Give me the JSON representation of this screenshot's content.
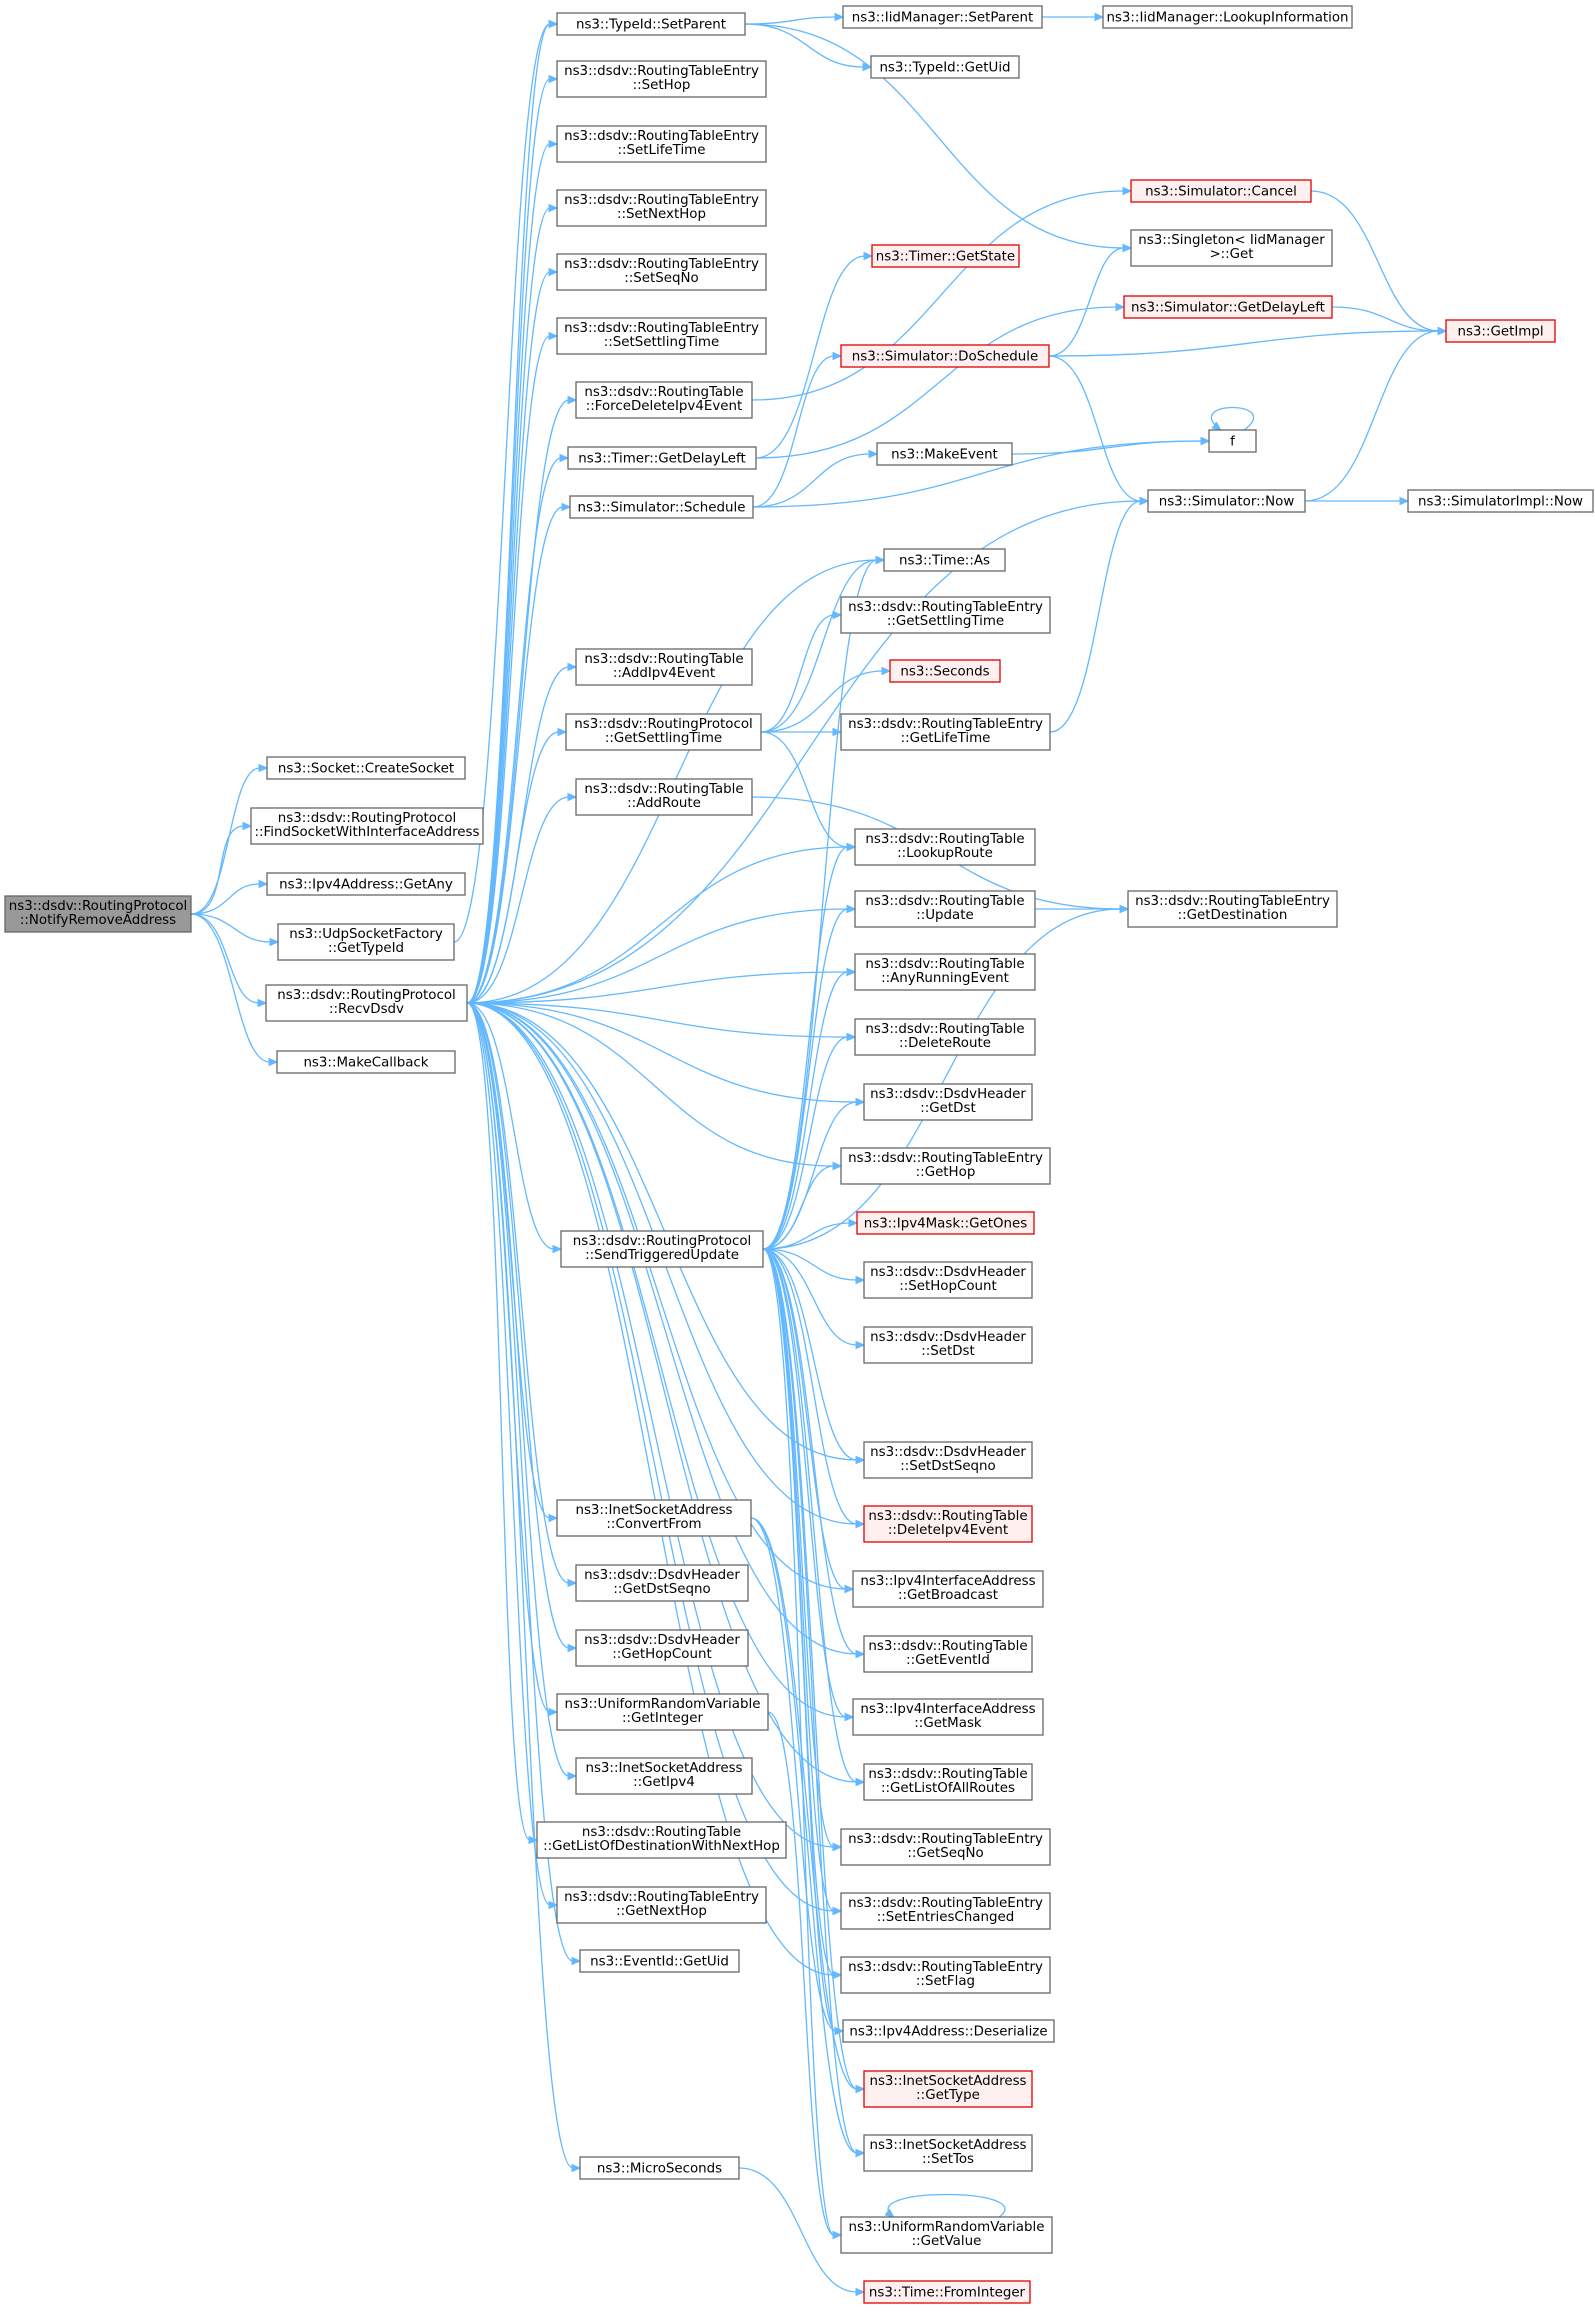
{
  "nodes": [
    {
      "id": "root",
      "lines": [
        "ns3::dsdv::RoutingProtocol",
        "::NotifyRemoveAddress"
      ],
      "style": "root"
    },
    {
      "id": "createsocket",
      "lines": [
        "ns3::Socket::CreateSocket"
      ],
      "style": "normal"
    },
    {
      "id": "findsocket",
      "lines": [
        "ns3::dsdv::RoutingProtocol",
        "::FindSocketWithInterfaceAddress"
      ],
      "style": "normal"
    },
    {
      "id": "getany",
      "lines": [
        "ns3::Ipv4Address::GetAny"
      ],
      "style": "normal"
    },
    {
      "id": "udpgettypeid",
      "lines": [
        "ns3::UdpSocketFactory",
        "::GetTypeId"
      ],
      "style": "normal"
    },
    {
      "id": "recvdsdv",
      "lines": [
        "ns3::dsdv::RoutingProtocol",
        "::RecvDsdv"
      ],
      "style": "normal"
    },
    {
      "id": "makecallback",
      "lines": [
        "ns3::MakeCallback"
      ],
      "style": "normal"
    },
    {
      "id": "setparent",
      "lines": [
        "ns3::TypeId::SetParent"
      ],
      "style": "normal"
    },
    {
      "id": "sethop",
      "lines": [
        "ns3::dsdv::RoutingTableEntry",
        "::SetHop"
      ],
      "style": "normal"
    },
    {
      "id": "setlifetime",
      "lines": [
        "ns3::dsdv::RoutingTableEntry",
        "::SetLifeTime"
      ],
      "style": "normal"
    },
    {
      "id": "setnexthop",
      "lines": [
        "ns3::dsdv::RoutingTableEntry",
        "::SetNextHop"
      ],
      "style": "normal"
    },
    {
      "id": "setseqno",
      "lines": [
        "ns3::dsdv::RoutingTableEntry",
        "::SetSeqNo"
      ],
      "style": "normal"
    },
    {
      "id": "setsettlingtime",
      "lines": [
        "ns3::dsdv::RoutingTableEntry",
        "::SetSettlingTime"
      ],
      "style": "normal"
    },
    {
      "id": "forcedelete",
      "lines": [
        "ns3::dsdv::RoutingTable",
        "::ForceDeleteIpv4Event"
      ],
      "style": "normal"
    },
    {
      "id": "timergetdelayleft",
      "lines": [
        "ns3::Timer::GetDelayLeft"
      ],
      "style": "normal"
    },
    {
      "id": "schedule",
      "lines": [
        "ns3::Simulator::Schedule"
      ],
      "style": "normal"
    },
    {
      "id": "addipv4event",
      "lines": [
        "ns3::dsdv::RoutingTable",
        "::AddIpv4Event"
      ],
      "style": "normal"
    },
    {
      "id": "rpgetsettling",
      "lines": [
        "ns3::dsdv::RoutingProtocol",
        "::GetSettlingTime"
      ],
      "style": "normal"
    },
    {
      "id": "addroute",
      "lines": [
        "ns3::dsdv::RoutingTable",
        "::AddRoute"
      ],
      "style": "normal"
    },
    {
      "id": "sendtriggered",
      "lines": [
        "ns3::dsdv::RoutingProtocol",
        "::SendTriggeredUpdate"
      ],
      "style": "normal"
    },
    {
      "id": "convertfrom",
      "lines": [
        "ns3::InetSocketAddress",
        "::ConvertFrom"
      ],
      "style": "normal"
    },
    {
      "id": "getdstseqno",
      "lines": [
        "ns3::dsdv::DsdvHeader",
        "::GetDstSeqno"
      ],
      "style": "normal"
    },
    {
      "id": "gethopcount",
      "lines": [
        "ns3::dsdv::DsdvHeader",
        "::GetHopCount"
      ],
      "style": "normal"
    },
    {
      "id": "getinteger",
      "lines": [
        "ns3::UniformRandomVariable",
        "::GetInteger"
      ],
      "style": "normal"
    },
    {
      "id": "getipv4",
      "lines": [
        "ns3::InetSocketAddress",
        "::GetIpv4"
      ],
      "style": "normal"
    },
    {
      "id": "getlistdest",
      "lines": [
        "ns3::dsdv::RoutingTable",
        "::GetListOfDestinationWithNextHop"
      ],
      "style": "normal"
    },
    {
      "id": "getnexthop",
      "lines": [
        "ns3::dsdv::RoutingTableEntry",
        "::GetNextHop"
      ],
      "style": "normal"
    },
    {
      "id": "eventgetuid",
      "lines": [
        "ns3::EventId::GetUid"
      ],
      "style": "normal"
    },
    {
      "id": "microseconds",
      "lines": [
        "ns3::MicroSeconds"
      ],
      "style": "normal"
    },
    {
      "id": "iidsetparent",
      "lines": [
        "ns3::IidManager::SetParent"
      ],
      "style": "normal"
    },
    {
      "id": "typeidgetuid",
      "lines": [
        "ns3::TypeId::GetUid"
      ],
      "style": "normal"
    },
    {
      "id": "lookupinfo",
      "lines": [
        "ns3::IidManager::LookupInformation"
      ],
      "style": "normal"
    },
    {
      "id": "simcancel",
      "lines": [
        "ns3::Simulator::Cancel"
      ],
      "style": "red"
    },
    {
      "id": "singletonget",
      "lines": [
        "ns3::Singleton< IidManager",
        ">::Get"
      ],
      "style": "normal"
    },
    {
      "id": "timergetstate",
      "lines": [
        "ns3::Timer::GetState"
      ],
      "style": "red"
    },
    {
      "id": "simgetdelayleft",
      "lines": [
        "ns3::Simulator::GetDelayLeft"
      ],
      "style": "red"
    },
    {
      "id": "doschedule",
      "lines": [
        "ns3::Simulator::DoSchedule"
      ],
      "style": "red"
    },
    {
      "id": "getimpl",
      "lines": [
        "ns3::GetImpl"
      ],
      "style": "red"
    },
    {
      "id": "f",
      "lines": [
        "f"
      ],
      "style": "normal"
    },
    {
      "id": "makeevent",
      "lines": [
        "ns3::MakeEvent"
      ],
      "style": "normal"
    },
    {
      "id": "simnow",
      "lines": [
        "ns3::Simulator::Now"
      ],
      "style": "normal"
    },
    {
      "id": "implnow",
      "lines": [
        "ns3::SimulatorImpl::Now"
      ],
      "style": "normal"
    },
    {
      "id": "timeas",
      "lines": [
        "ns3::Time::As"
      ],
      "style": "normal"
    },
    {
      "id": "rtegetsettling",
      "lines": [
        "ns3::dsdv::RoutingTableEntry",
        "::GetSettlingTime"
      ],
      "style": "normal"
    },
    {
      "id": "seconds",
      "lines": [
        "ns3::Seconds"
      ],
      "style": "red"
    },
    {
      "id": "getlifetime",
      "lines": [
        "ns3::dsdv::RoutingTableEntry",
        "::GetLifeTime"
      ],
      "style": "normal"
    },
    {
      "id": "lookuproute",
      "lines": [
        "ns3::dsdv::RoutingTable",
        "::LookupRoute"
      ],
      "style": "normal"
    },
    {
      "id": "update",
      "lines": [
        "ns3::dsdv::RoutingTable",
        "::Update"
      ],
      "style": "normal"
    },
    {
      "id": "getdestination",
      "lines": [
        "ns3::dsdv::RoutingTableEntry",
        "::GetDestination"
      ],
      "style": "normal"
    },
    {
      "id": "anyrunning",
      "lines": [
        "ns3::dsdv::RoutingTable",
        "::AnyRunningEvent"
      ],
      "style": "normal"
    },
    {
      "id": "deleteroute",
      "lines": [
        "ns3::dsdv::RoutingTable",
        "::DeleteRoute"
      ],
      "style": "normal"
    },
    {
      "id": "getdst",
      "lines": [
        "ns3::dsdv::DsdvHeader",
        "::GetDst"
      ],
      "style": "normal"
    },
    {
      "id": "gethop",
      "lines": [
        "ns3::dsdv::RoutingTableEntry",
        "::GetHop"
      ],
      "style": "normal"
    },
    {
      "id": "getones",
      "lines": [
        "ns3::Ipv4Mask::GetOnes"
      ],
      "style": "red"
    },
    {
      "id": "sethopcount",
      "lines": [
        "ns3::dsdv::DsdvHeader",
        "::SetHopCount"
      ],
      "style": "normal"
    },
    {
      "id": "setdst",
      "lines": [
        "ns3::dsdv::DsdvHeader",
        "::SetDst"
      ],
      "style": "normal"
    },
    {
      "id": "setdstseqno",
      "lines": [
        "ns3::dsdv::DsdvHeader",
        "::SetDstSeqno"
      ],
      "style": "normal"
    },
    {
      "id": "deleteipv4event",
      "lines": [
        "ns3::dsdv::RoutingTable",
        "::DeleteIpv4Event"
      ],
      "style": "red"
    },
    {
      "id": "getbroadcast",
      "lines": [
        "ns3::Ipv4InterfaceAddress",
        "::GetBroadcast"
      ],
      "style": "normal"
    },
    {
      "id": "geteventid",
      "lines": [
        "ns3::dsdv::RoutingTable",
        "::GetEventId"
      ],
      "style": "normal"
    },
    {
      "id": "getmask",
      "lines": [
        "ns3::Ipv4InterfaceAddress",
        "::GetMask"
      ],
      "style": "normal"
    },
    {
      "id": "getlistall",
      "lines": [
        "ns3::dsdv::RoutingTable",
        "::GetListOfAllRoutes"
      ],
      "style": "normal"
    },
    {
      "id": "getseqno",
      "lines": [
        "ns3::dsdv::RoutingTableEntry",
        "::GetSeqNo"
      ],
      "style": "normal"
    },
    {
      "id": "setentrieschanged",
      "lines": [
        "ns3::dsdv::RoutingTableEntry",
        "::SetEntriesChanged"
      ],
      "style": "normal"
    },
    {
      "id": "setflag",
      "lines": [
        "ns3::dsdv::RoutingTableEntry",
        "::SetFlag"
      ],
      "style": "normal"
    },
    {
      "id": "deserialize",
      "lines": [
        "ns3::Ipv4Address::Deserialize"
      ],
      "style": "normal"
    },
    {
      "id": "inetgettype",
      "lines": [
        "ns3::InetSocketAddress",
        "::GetType"
      ],
      "style": "red"
    },
    {
      "id": "settos",
      "lines": [
        "ns3::InetSocketAddress",
        "::SetTos"
      ],
      "style": "normal"
    },
    {
      "id": "getvalue",
      "lines": [
        "ns3::UniformRandomVariable",
        "::GetValue"
      ],
      "style": "normal"
    },
    {
      "id": "frominteger",
      "lines": [
        "ns3::Time::FromInteger"
      ],
      "style": "red"
    }
  ],
  "edges": [
    [
      "root",
      "createsocket"
    ],
    [
      "root",
      "findsocket"
    ],
    [
      "root",
      "getany"
    ],
    [
      "root",
      "udpgettypeid"
    ],
    [
      "root",
      "recvdsdv"
    ],
    [
      "root",
      "makecallback"
    ],
    [
      "udpgettypeid",
      "setparent"
    ],
    [
      "setparent",
      "iidsetparent"
    ],
    [
      "setparent",
      "typeidgetuid"
    ],
    [
      "setparent",
      "singletonget"
    ],
    [
      "iidsetparent",
      "lookupinfo"
    ],
    [
      "recvdsdv",
      "setparent"
    ],
    [
      "recvdsdv",
      "sethop"
    ],
    [
      "recvdsdv",
      "setlifetime"
    ],
    [
      "recvdsdv",
      "setnexthop"
    ],
    [
      "recvdsdv",
      "setseqno"
    ],
    [
      "recvdsdv",
      "setsettlingtime"
    ],
    [
      "recvdsdv",
      "forcedelete"
    ],
    [
      "recvdsdv",
      "timergetdelayleft"
    ],
    [
      "recvdsdv",
      "schedule"
    ],
    [
      "recvdsdv",
      "simnow"
    ],
    [
      "recvdsdv",
      "timeas"
    ],
    [
      "recvdsdv",
      "addipv4event"
    ],
    [
      "recvdsdv",
      "rpgetsettling"
    ],
    [
      "recvdsdv",
      "addroute"
    ],
    [
      "recvdsdv",
      "lookuproute"
    ],
    [
      "recvdsdv",
      "update"
    ],
    [
      "recvdsdv",
      "anyrunning"
    ],
    [
      "recvdsdv",
      "deleteroute"
    ],
    [
      "recvdsdv",
      "getdst"
    ],
    [
      "recvdsdv",
      "gethop"
    ],
    [
      "recvdsdv",
      "sendtriggered"
    ],
    [
      "recvdsdv",
      "setdstseqno"
    ],
    [
      "recvdsdv",
      "deleteipv4event"
    ],
    [
      "recvdsdv",
      "getbroadcast"
    ],
    [
      "recvdsdv",
      "geteventid"
    ],
    [
      "recvdsdv",
      "getmask"
    ],
    [
      "recvdsdv",
      "getlistall"
    ],
    [
      "recvdsdv",
      "getseqno"
    ],
    [
      "recvdsdv",
      "setentrieschanged"
    ],
    [
      "recvdsdv",
      "setflag"
    ],
    [
      "recvdsdv",
      "convertfrom"
    ],
    [
      "recvdsdv",
      "getdstseqno"
    ],
    [
      "recvdsdv",
      "gethopcount"
    ],
    [
      "recvdsdv",
      "getinteger"
    ],
    [
      "recvdsdv",
      "getipv4"
    ],
    [
      "recvdsdv",
      "getlistdest"
    ],
    [
      "recvdsdv",
      "getnexthop"
    ],
    [
      "recvdsdv",
      "eventgetuid"
    ],
    [
      "recvdsdv",
      "microseconds"
    ],
    [
      "forcedelete",
      "simcancel"
    ],
    [
      "simcancel",
      "getimpl"
    ],
    [
      "timergetdelayleft",
      "timergetstate"
    ],
    [
      "timergetdelayleft",
      "simgetdelayleft"
    ],
    [
      "simgetdelayleft",
      "getimpl"
    ],
    [
      "schedule",
      "doschedule"
    ],
    [
      "schedule",
      "f"
    ],
    [
      "schedule",
      "makeevent"
    ],
    [
      "makeevent",
      "f"
    ],
    [
      "f",
      "f"
    ],
    [
      "doschedule",
      "singletonget"
    ],
    [
      "doschedule",
      "getimpl"
    ],
    [
      "doschedule",
      "simnow"
    ],
    [
      "simnow",
      "getimpl"
    ],
    [
      "simnow",
      "implnow"
    ],
    [
      "rpgetsettling",
      "timeas"
    ],
    [
      "rpgetsettling",
      "rtegetsettling"
    ],
    [
      "rpgetsettling",
      "seconds"
    ],
    [
      "rpgetsettling",
      "getlifetime"
    ],
    [
      "rpgetsettling",
      "lookuproute"
    ],
    [
      "getlifetime",
      "simnow"
    ],
    [
      "addroute",
      "getdestination"
    ],
    [
      "update",
      "getdestination"
    ],
    [
      "sendtriggered",
      "timeas"
    ],
    [
      "sendtriggered",
      "lookuproute"
    ],
    [
      "sendtriggered",
      "update"
    ],
    [
      "sendtriggered",
      "anyrunning"
    ],
    [
      "sendtriggered",
      "deleteroute"
    ],
    [
      "sendtriggered",
      "getdst"
    ],
    [
      "sendtriggered",
      "gethop"
    ],
    [
      "sendtriggered",
      "getones"
    ],
    [
      "sendtriggered",
      "sethopcount"
    ],
    [
      "sendtriggered",
      "setdst"
    ],
    [
      "sendtriggered",
      "getdestination"
    ],
    [
      "sendtriggered",
      "setdstseqno"
    ],
    [
      "sendtriggered",
      "deleteipv4event"
    ],
    [
      "sendtriggered",
      "getbroadcast"
    ],
    [
      "sendtriggered",
      "geteventid"
    ],
    [
      "sendtriggered",
      "getmask"
    ],
    [
      "sendtriggered",
      "getlistall"
    ],
    [
      "sendtriggered",
      "getseqno"
    ],
    [
      "sendtriggered",
      "setentrieschanged"
    ],
    [
      "sendtriggered",
      "setflag"
    ],
    [
      "sendtriggered",
      "deserialize"
    ],
    [
      "sendtriggered",
      "inetgettype"
    ],
    [
      "sendtriggered",
      "settos"
    ],
    [
      "sendtriggered",
      "getvalue"
    ],
    [
      "convertfrom",
      "deserialize"
    ],
    [
      "convertfrom",
      "inetgettype"
    ],
    [
      "convertfrom",
      "settos"
    ],
    [
      "getinteger",
      "getvalue"
    ],
    [
      "getvalue",
      "getvalue"
    ],
    [
      "microseconds",
      "frominteger"
    ]
  ]
}
